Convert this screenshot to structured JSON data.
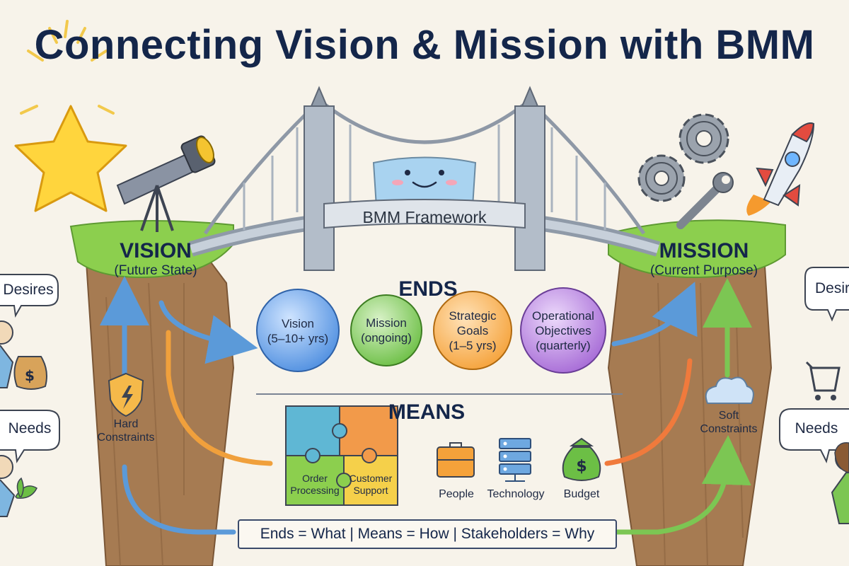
{
  "title": "Connecting Vision & Mission with BMM",
  "bridge": {
    "label": "BMM Framework"
  },
  "vision": {
    "heading": "VISION",
    "subheading": "(Future State)"
  },
  "mission": {
    "heading": "MISSION",
    "subheading": "(Current Purpose)"
  },
  "ends": {
    "heading": "ENDS",
    "items": [
      {
        "lines": [
          "Vision",
          "(5–10+ yrs)"
        ],
        "color": "#4f8fe0"
      },
      {
        "lines": [
          "Mission",
          "(ongoing)"
        ],
        "color": "#6cbf45"
      },
      {
        "lines": [
          "Strategic",
          "Goals",
          "(1–5 yrs)"
        ],
        "color": "#f5a23a"
      },
      {
        "lines": [
          "Operational",
          "Objectives",
          "(quarterly)"
        ],
        "color": "#a66ad6"
      }
    ]
  },
  "means": {
    "heading": "MEANS",
    "puzzle": {
      "left": [
        "Order",
        "Processing"
      ],
      "right": [
        "Customer",
        "Support"
      ]
    },
    "resources": [
      {
        "label": "People",
        "icon": "briefcase-icon"
      },
      {
        "label": "Technology",
        "icon": "server-icon"
      },
      {
        "label": "Budget",
        "icon": "money-bag-icon"
      }
    ]
  },
  "constraints": {
    "hard": [
      "Hard",
      "Constraints"
    ],
    "soft": [
      "Soft",
      "Constraints"
    ]
  },
  "stakeholders": {
    "left": {
      "desires": "Desires",
      "needs": "Needs"
    },
    "right": {
      "desires": "Desires",
      "needs": "Needs"
    }
  },
  "legend": "Ends = What | Means = How | Stakeholders = Why",
  "colors": {
    "title": "#14264a",
    "grass": "#8ccf4e",
    "rock": "#a67b52",
    "bridge": "#9aa6b4",
    "arrow_blue": "#5b9ad9",
    "arrow_orange": "#f0a03c",
    "arrow_green": "#7cc653"
  }
}
